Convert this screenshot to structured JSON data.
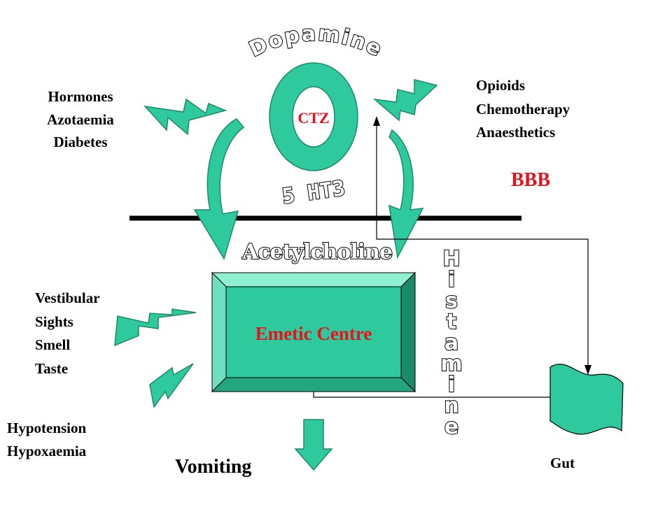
{
  "labels": {
    "dopamine": "Dopamine",
    "ctz": "CTZ",
    "ht3": "5 HT3",
    "acetylcholine": "Acetylcholine",
    "histamine": "Histamine",
    "emetic_centre": "Emetic Centre",
    "bbb": "BBB",
    "vomiting": "Vomiting",
    "gut": "Gut"
  },
  "left_top_causes": [
    "Hormones",
    "Azotaemia",
    "Diabetes"
  ],
  "right_top_causes": [
    "Opioids",
    "Chemotherapy",
    "Anaesthetics"
  ],
  "left_mid_causes": [
    "Vestibular",
    "Sights",
    "Smell",
    "Taste"
  ],
  "left_bottom_causes": [
    "Hypotension",
    "Hypoxaemia"
  ],
  "colors": {
    "fill": "#2ec99c",
    "fill_light": "#6fe0bf",
    "fill_dark": "#1b8a68",
    "outline": "#000000",
    "red_text": "#e8121c",
    "background": "#ffffff"
  },
  "icons": [
    "lightning-bolt-icon",
    "curved-arrow-icon",
    "down-arrow-icon",
    "gut-flag-icon"
  ]
}
